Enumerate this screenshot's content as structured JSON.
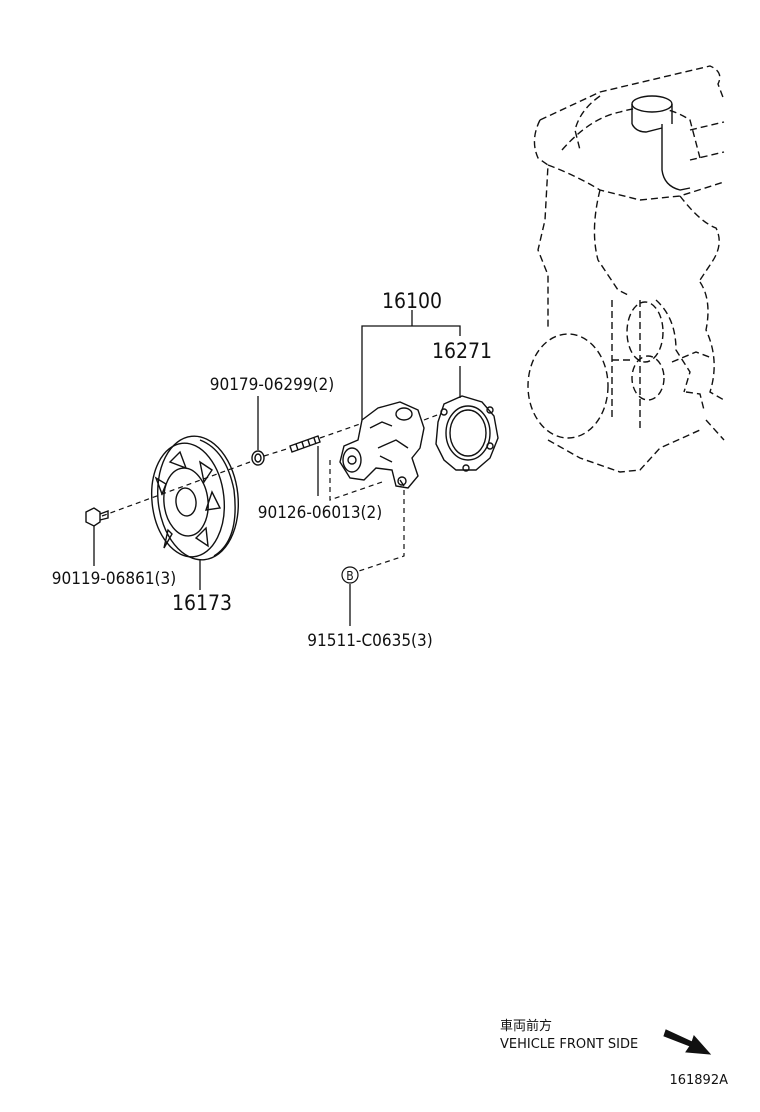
{
  "parts": {
    "p16100": "16100",
    "p16271": "16271",
    "p90179": "90179-06299(2)",
    "p90126": "90126-06013(2)",
    "p90119": "90119-06861(3)",
    "p16173": "16173",
    "p91511": "91511-C0635(3)"
  },
  "callout_b": "B",
  "orientation": {
    "japanese": "車両前方",
    "english": "VEHICLE FRONT SIDE"
  },
  "diagram_id": "161892A"
}
